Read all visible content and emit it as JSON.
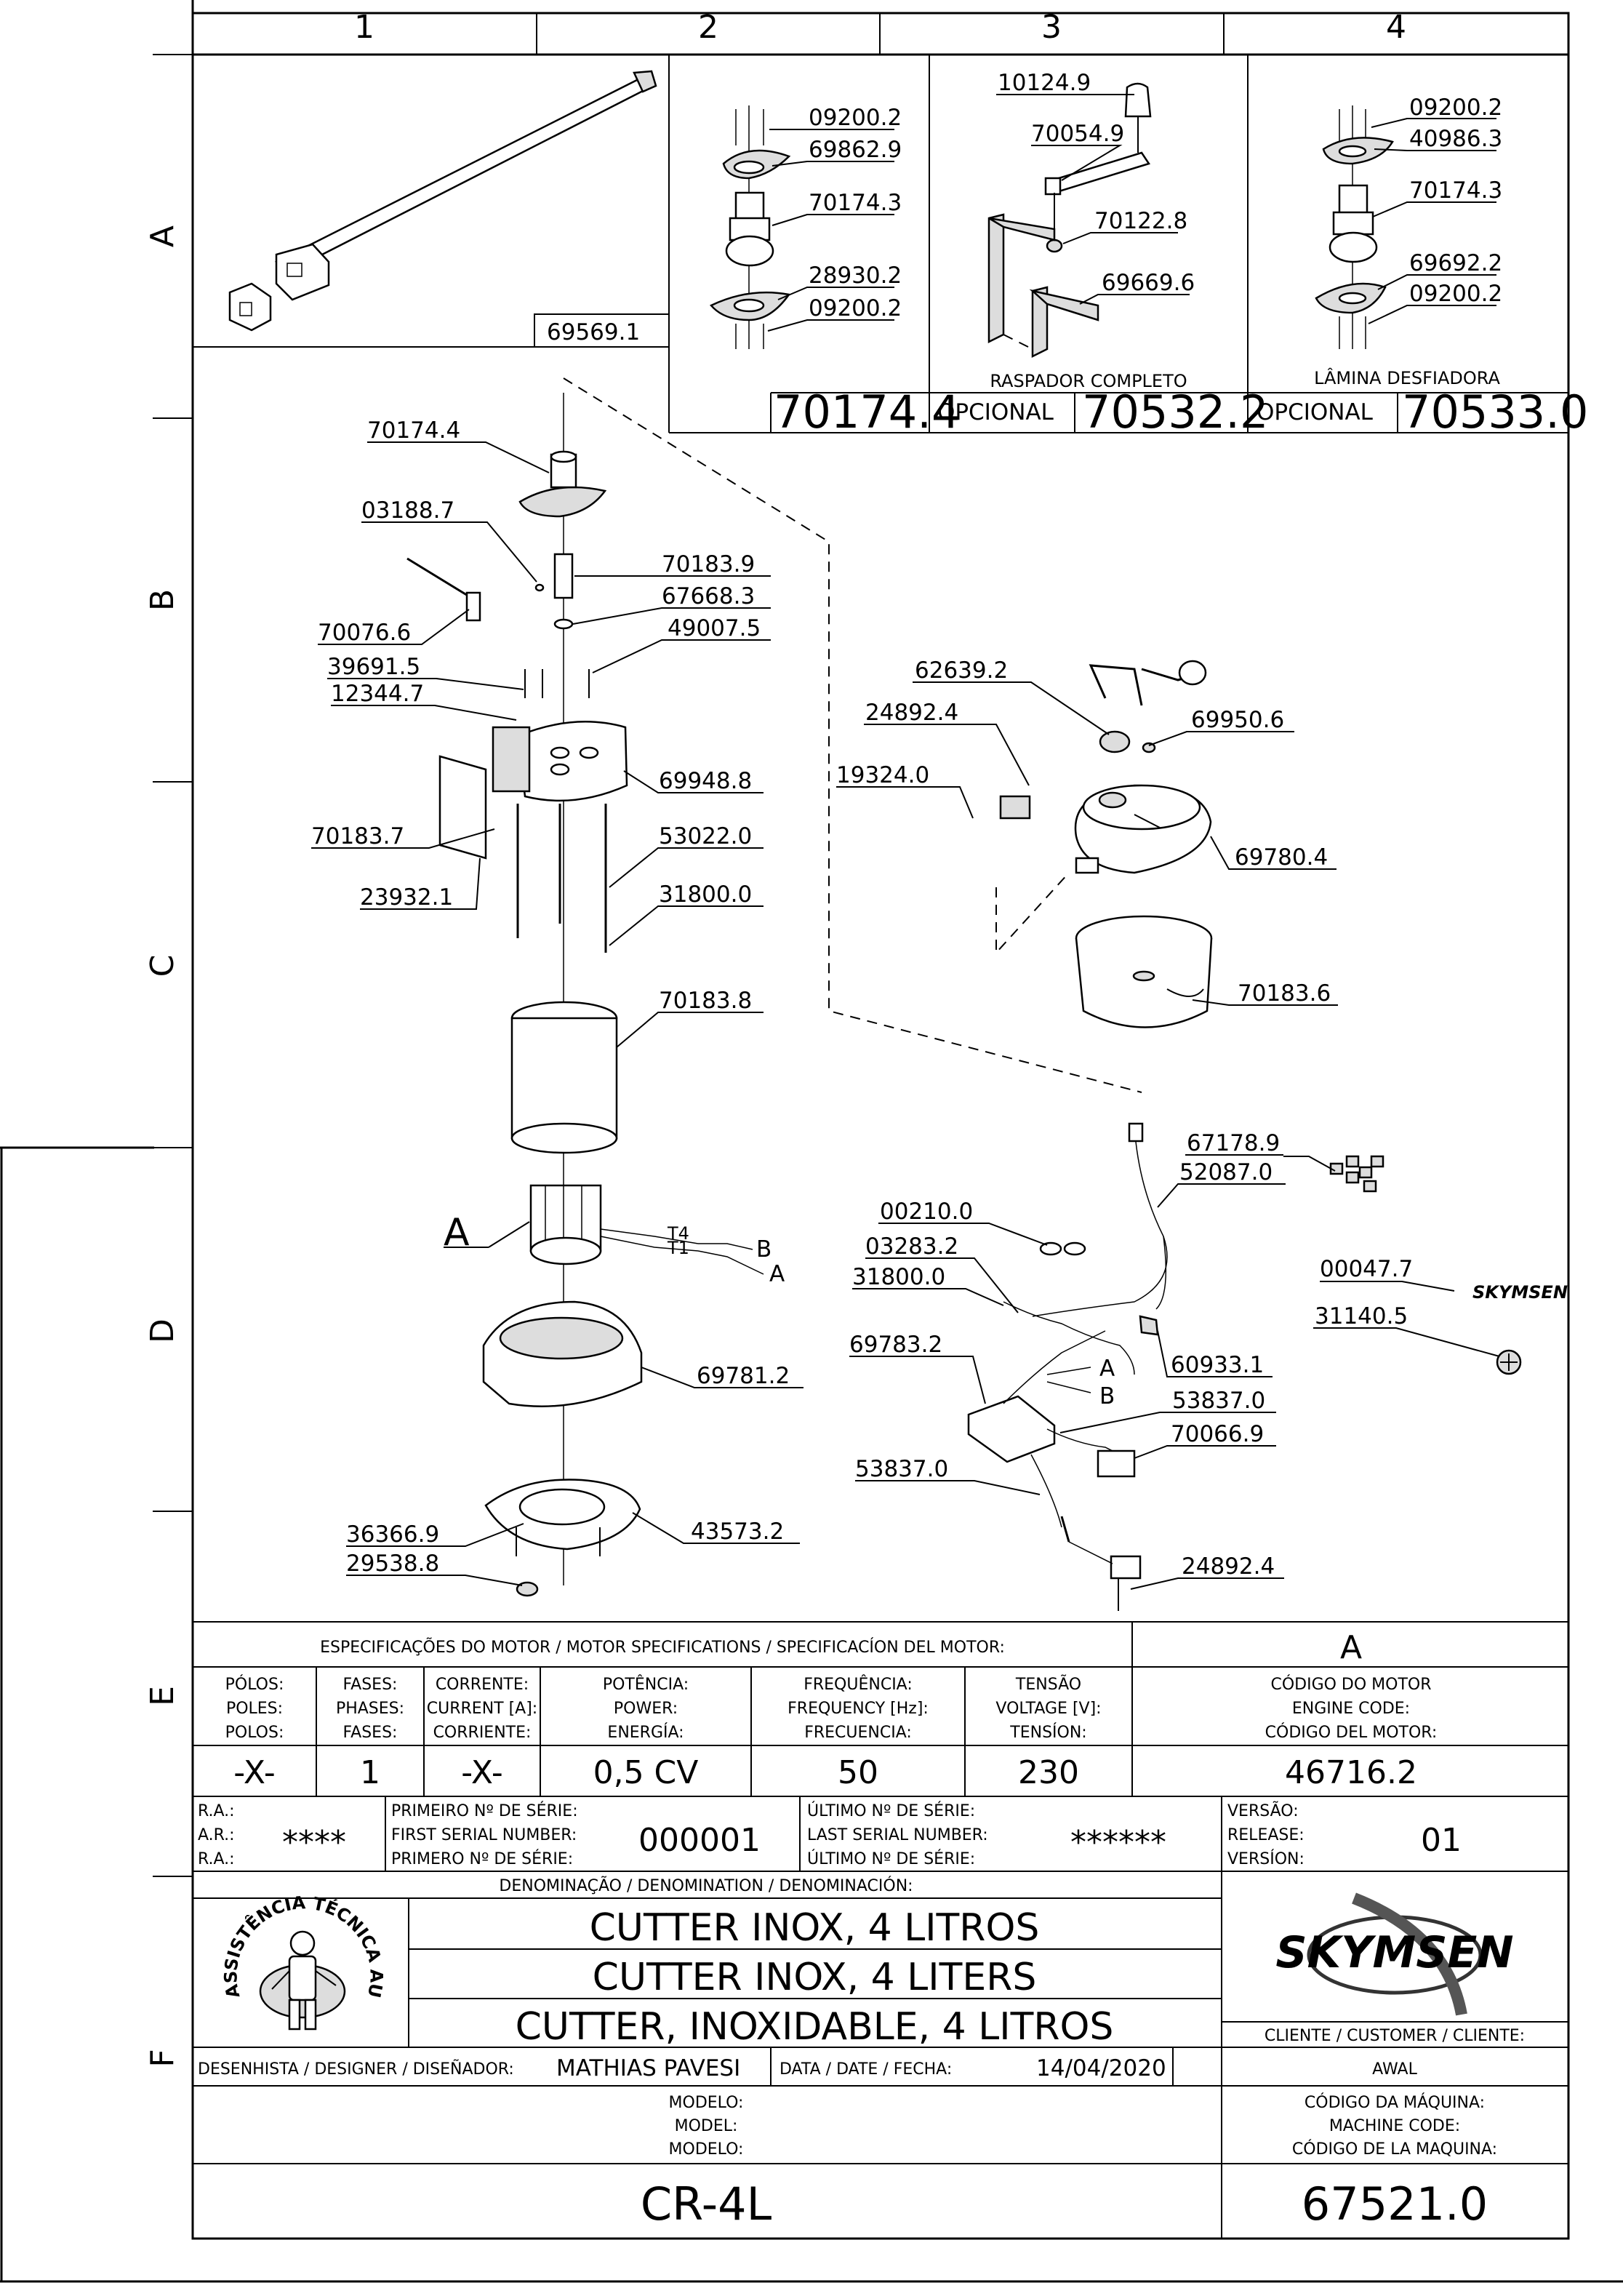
{
  "columns": [
    "1",
    "2",
    "3",
    "4"
  ],
  "rows": [
    "A",
    "B",
    "C",
    "D",
    "E",
    "F"
  ],
  "callouts": {
    "a1": "69569.1",
    "a2": [
      "09200.2",
      "69862.9",
      "70174.3",
      "28930.2",
      "09200.2"
    ],
    "a2_code": "70174.4",
    "a3": [
      "10124.9",
      "70054.9",
      "70122.8",
      "69669.6"
    ],
    "a3_caption": "RASPADOR  COMPLETO",
    "a3_opt": "OPCIONAL",
    "a3_code": "70532.2",
    "a4": [
      "09200.2",
      "40986.3",
      "70174.3",
      "69692.2",
      "09200.2"
    ],
    "a4_caption": "LÂMINA   DESFIADORA",
    "a4_opt": "OPCIONAL",
    "a4_code": "70533.0",
    "left": [
      "70174.4",
      "03188.7",
      "70183.9",
      "67668.3",
      "49007.5",
      "70076.6",
      "39691.5",
      "12344.7",
      "69948.8",
      "70183.7",
      "53022.0",
      "23932.1",
      "31800.0",
      "70183.8",
      "69781.2",
      "36366.9",
      "29538.8",
      "43573.2"
    ],
    "motor_letter": "A",
    "motor_wires": [
      "T4",
      "T1"
    ],
    "motor_wire_ends": [
      "B",
      "A"
    ],
    "lid": [
      "62639.2",
      "24892.4",
      "69950.6",
      "19324.0",
      "69780.4",
      "70183.6"
    ],
    "elec": [
      "67178.9",
      "52087.0",
      "00210.0",
      "03283.2",
      "31800.0",
      "69783.2",
      "60933.1",
      "53837.0",
      "70066.9",
      "53837.0",
      "24892.4"
    ],
    "elec_wire_ends": [
      "A",
      "B"
    ],
    "far_right": [
      "00047.7",
      "31140.5"
    ],
    "small_logo": "SKYMSEN"
  },
  "motor_spec": {
    "title": "ESPECIFICAÇÕES DO MOTOR / MOTOR SPECIFICATIONS / SPECIFICACÍON DEL MOTOR:",
    "letter": "A",
    "headers": [
      [
        "PÓLOS:",
        "POLES:",
        "POLOS:"
      ],
      [
        "FASES:",
        "PHASES:",
        "FASES:"
      ],
      [
        "CORRENTE:",
        "CURRENT [A]:",
        "CORRIENTE:"
      ],
      [
        "POTÊNCIA:",
        "POWER:",
        "ENERGÍA:"
      ],
      [
        "FREQUÊNCIA:",
        "FREQUENCY [Hz]:",
        "FRECUENCIA:"
      ],
      [
        "TENSÃO",
        "VOLTAGE [V]:",
        "TENSÍON:"
      ],
      [
        "CÓDIGO DO MOTOR",
        "ENGINE CODE:",
        "CÓDIGO DEL MOTOR:"
      ]
    ],
    "values": [
      "-X-",
      "1",
      "-X-",
      "0,5 CV",
      "50",
      "230",
      "46716.2"
    ]
  },
  "serials": {
    "ra_labels": [
      "R.A.:",
      "A.R.:",
      "R.A.:"
    ],
    "ra_value": "****",
    "first_labels": [
      "PRIMEIRO Nº DE SÉRIE:",
      "FIRST SERIAL NUMBER:",
      "PRIMERO Nº DE SÉRIE:"
    ],
    "first_value": "000001",
    "last_labels": [
      "ÚLTIMO Nº DE SÉRIE:",
      "LAST SERIAL NUMBER:",
      "ÚLTIMO Nº DE SÉRIE:"
    ],
    "last_value": "******",
    "version_labels": [
      "VERSÃO:",
      "RELEASE:",
      "VERSÍON:"
    ],
    "version_value": "01"
  },
  "title_block": {
    "denomination_label": "DENOMINAÇÃO / DENOMINATION / DENOMINACIÓN:",
    "names": [
      "CUTTER INOX, 4 LITROS",
      "CUTTER INOX, 4 LITERS",
      "CUTTER, INOXIDABLE, 4 LITROS"
    ],
    "seal_text": "ASSISTÊNCIA TÉCNICA AUTORIZADA",
    "brand": "SKYMSEN",
    "client_label": "CLIENTE / CUSTOMER / CLIENTE:",
    "client_value": "AWAL",
    "designer_label": "DESENHISTA / DESIGNER / DISEÑADOR:",
    "designer_value": "MATHIAS PAVESI",
    "date_label": "DATA / DATE / FECHA:",
    "date_value": "14/04/2020",
    "model_labels": [
      "MODELO:",
      "MODEL:",
      "MODELO:"
    ],
    "model_value": "CR-4L",
    "machine_code_labels": [
      "CÓDIGO DA MÁQUINA:",
      "MACHINE CODE:",
      "CÓDIGO DE LA MAQUINA:"
    ],
    "machine_code_value": "67521.0"
  }
}
